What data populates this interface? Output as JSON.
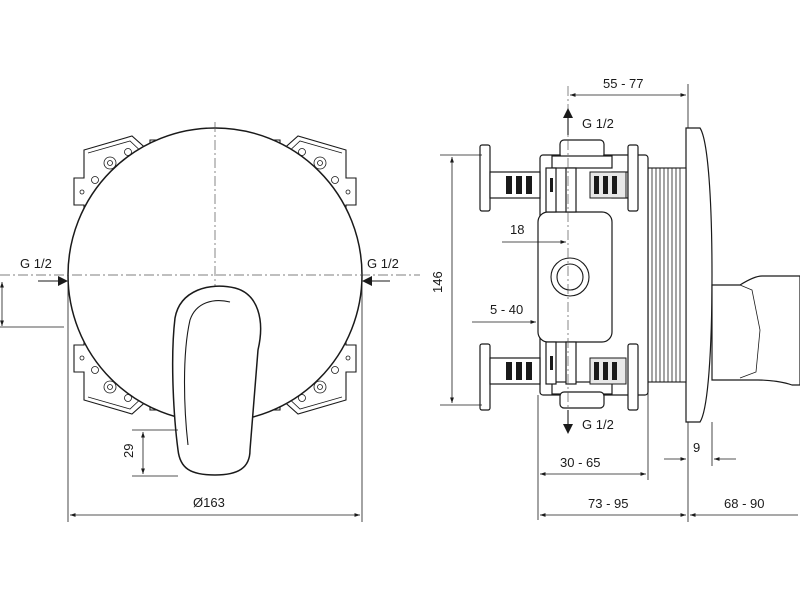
{
  "front_view": {
    "inlet_left_label": "G 1/2",
    "inlet_right_label": "G 1/2",
    "dim_lever_offset": "29",
    "dim_diameter": "Ø163"
  },
  "side_view": {
    "dim_top": "55 - 77",
    "outlet_top_label": "G 1/2",
    "outlet_bottom_label": "G 1/2",
    "dim_height": "146",
    "dim_18": "18",
    "dim_5_40": "5 - 40",
    "dim_9": "9",
    "dim_30_65": "30 - 65",
    "dim_73_95": "73 - 95",
    "dim_68_90": "68 - 90"
  }
}
